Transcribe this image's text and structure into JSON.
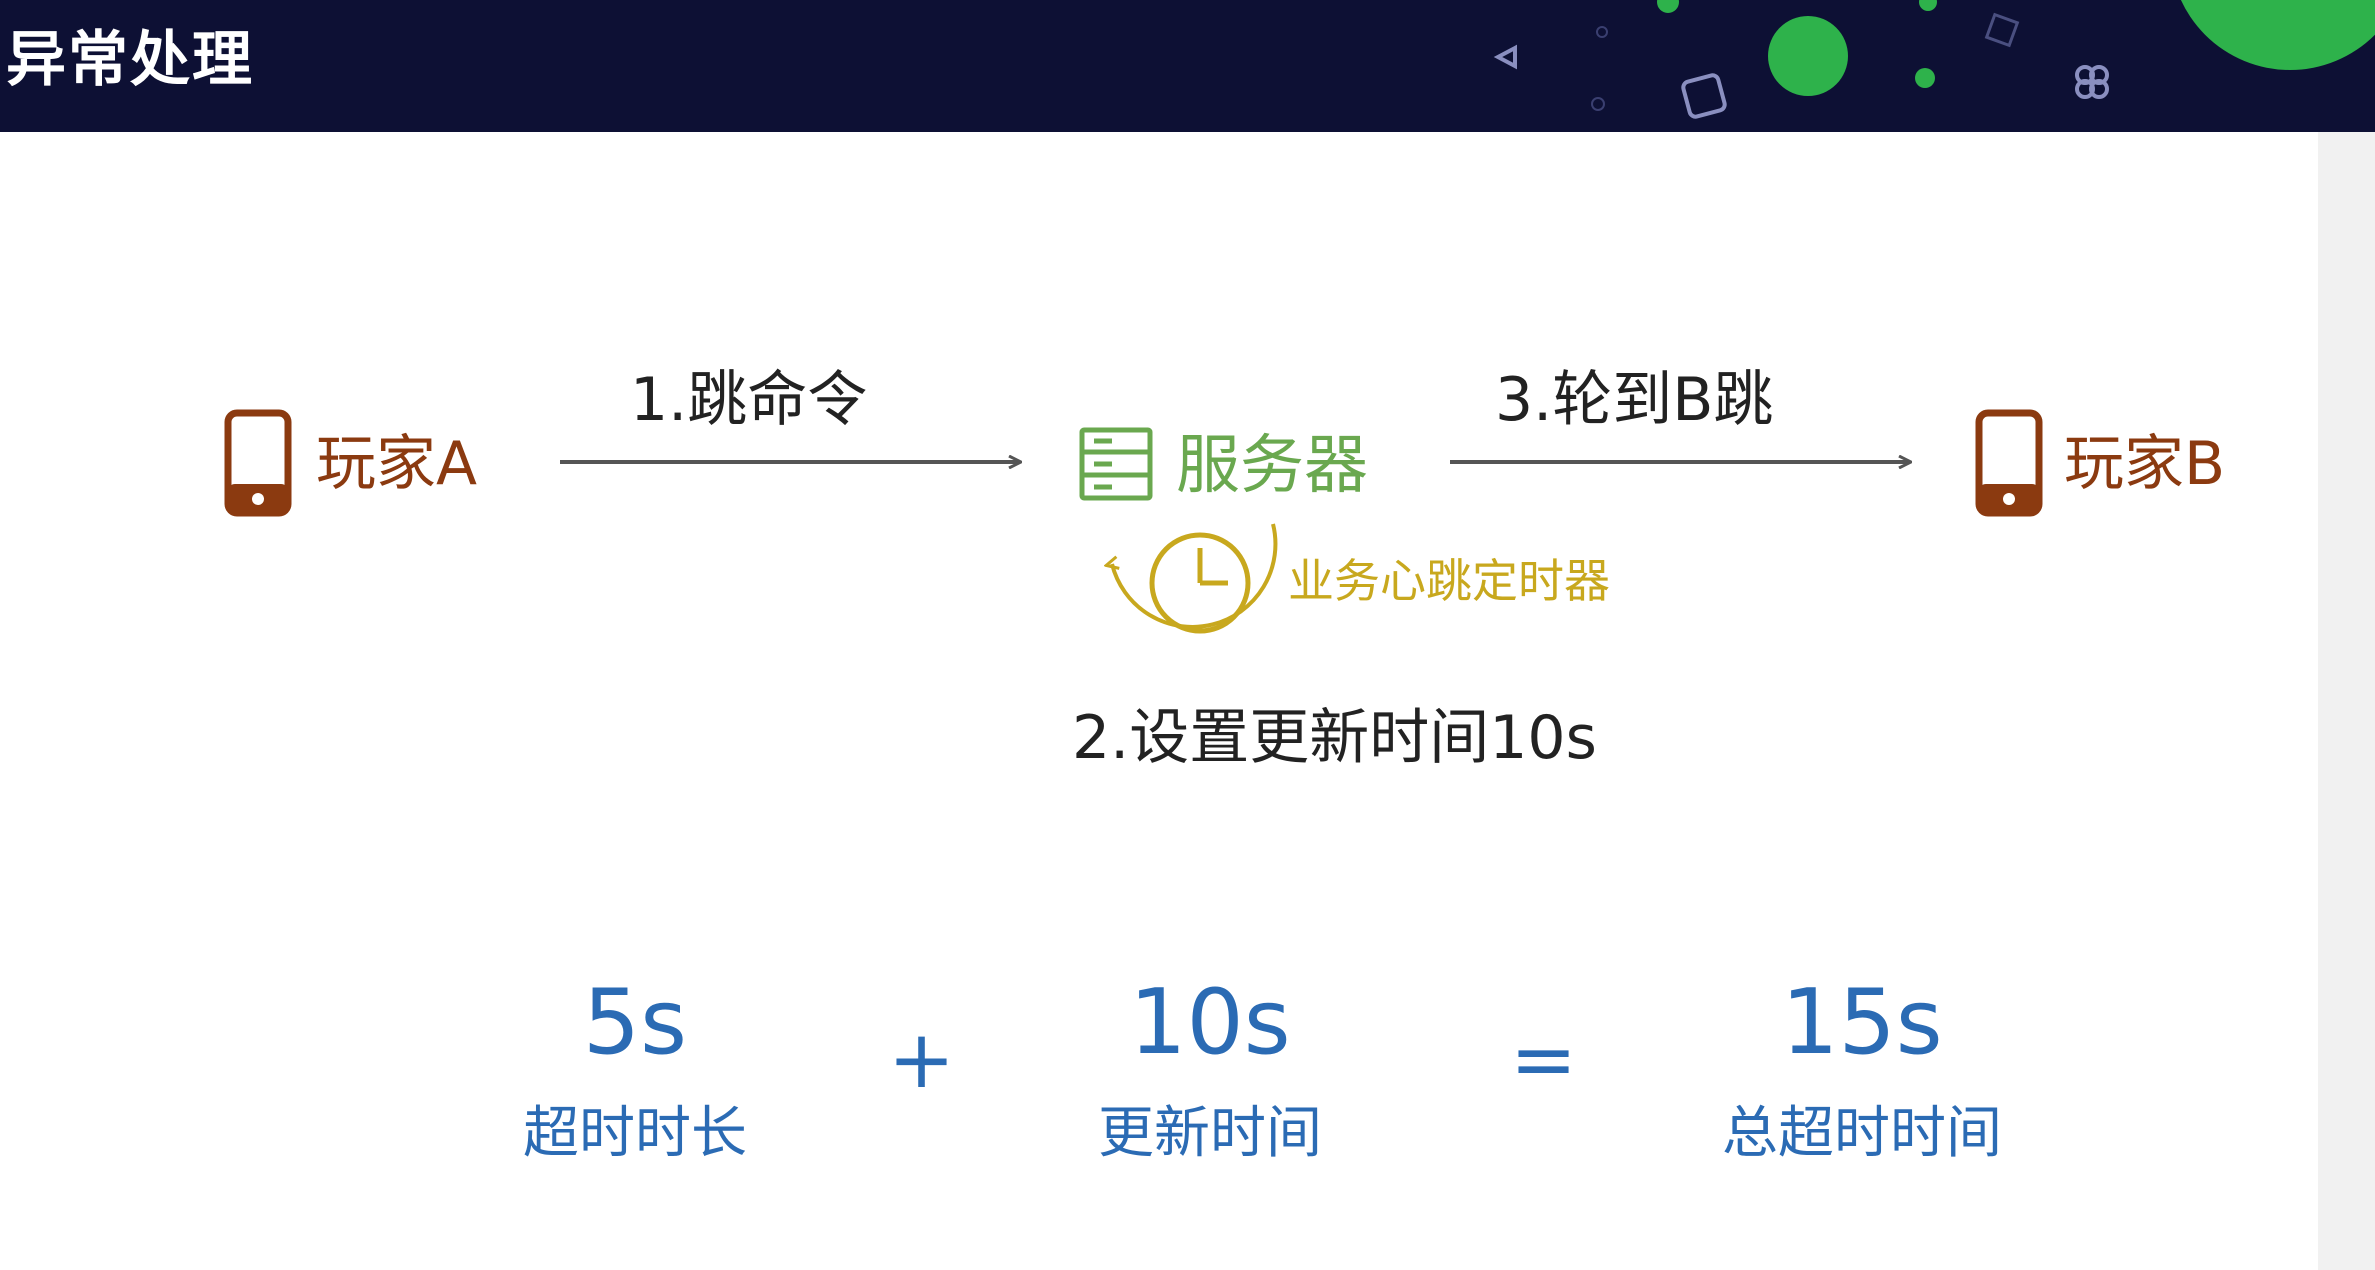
{
  "header": {
    "title": "异常处理"
  },
  "diagram": {
    "player_a": {
      "label": "玩家A",
      "icon": "phone-icon"
    },
    "server": {
      "label": "服务器",
      "icon": "server-icon"
    },
    "player_b": {
      "label": "玩家B",
      "icon": "phone-icon"
    },
    "step1": "1.跳命令",
    "step2": "2.设置更新时间10s",
    "step3": "3.轮到B跳",
    "timer": {
      "label": "业务心跳定时器",
      "icon": "clock-icon"
    }
  },
  "equation": {
    "term1": {
      "value": "5s",
      "label": "超时时长"
    },
    "op_plus": "+",
    "term2": {
      "value": "10s",
      "label": "更新时间"
    },
    "op_equals": "=",
    "result": {
      "value": "15s",
      "label": "总超时时间"
    }
  },
  "colors": {
    "header_bg": "#0d1034",
    "player": "#8b3a10",
    "server": "#6aa84f",
    "timer": "#c8a81e",
    "equation": "#2b6bb4",
    "deco_green": "#2eb24b"
  }
}
